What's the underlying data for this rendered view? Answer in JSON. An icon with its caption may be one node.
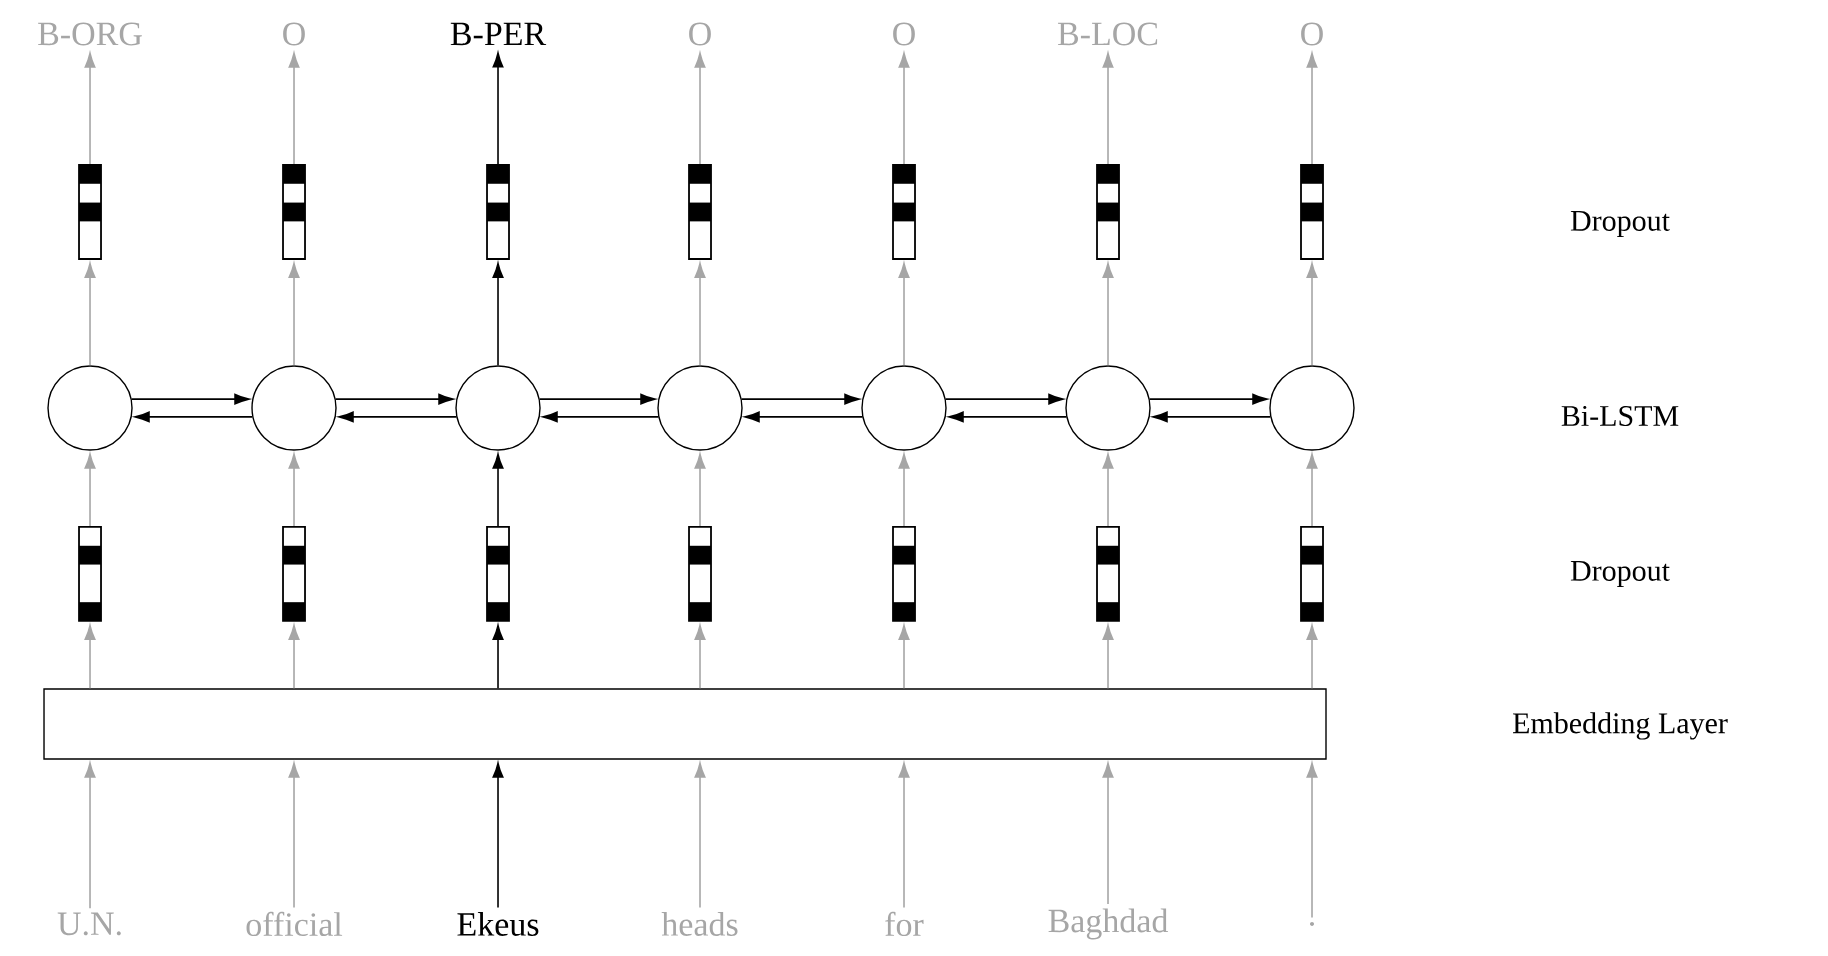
{
  "diagram": {
    "nodes": [
      {
        "text": [
          "B-ORG"
        ]
      },
      {
        "text": [
          "O"
        ]
      },
      {
        "text": [
          "B-PER"
        ]
      },
      {
        "text": [
          "O"
        ]
      },
      {
        "text": [
          "O"
        ]
      },
      {
        "text": [
          "B-LOC"
        ]
      },
      {
        "text": [
          "O"
        ]
      },
      {
        "text": [],
        "shape": "bar"
      },
      {
        "text": [],
        "shape": "bar"
      },
      {
        "text": [],
        "shape": "bar"
      },
      {
        "text": [],
        "shape": "bar"
      },
      {
        "text": [],
        "shape": "bar"
      },
      {
        "text": [],
        "shape": "bar"
      },
      {
        "text": [],
        "shape": "bar"
      },
      {
        "text": [],
        "shape": "circle"
      },
      {
        "text": [],
        "shape": "circle"
      },
      {
        "text": [],
        "shape": "circle"
      },
      {
        "text": [],
        "shape": "circle"
      },
      {
        "text": [],
        "shape": "circle"
      },
      {
        "text": [],
        "shape": "circle"
      },
      {
        "text": [],
        "shape": "circle"
      },
      {
        "text": [],
        "shape": "bar"
      },
      {
        "text": [],
        "shape": "bar"
      },
      {
        "text": [],
        "shape": "bar"
      },
      {
        "text": [],
        "shape": "bar"
      },
      {
        "text": [],
        "shape": "bar"
      },
      {
        "text": [],
        "shape": "bar"
      },
      {
        "text": [],
        "shape": "bar"
      },
      {
        "text": [],
        "shape": "box"
      },
      {
        "text": [
          "U.N."
        ]
      },
      {
        "text": [
          "official"
        ]
      },
      {
        "text": [
          "Ekeus"
        ]
      },
      {
        "text": [
          "heads"
        ]
      },
      {
        "text": [
          "for"
        ]
      },
      {
        "text": [
          "Baghdad"
        ]
      },
      {
        "text": [
          "."
        ]
      }
    ],
    "edges": [
      {
        "from": 29,
        "to": 28,
        "arrow": "to"
      },
      {
        "from": 30,
        "to": 28,
        "arrow": "to"
      },
      {
        "from": 31,
        "to": 28,
        "arrow": "to",
        "color": "#000000"
      },
      {
        "from": 32,
        "to": 28,
        "arrow": "to"
      },
      {
        "from": 33,
        "to": 28,
        "arrow": "to"
      },
      {
        "from": 34,
        "to": 28,
        "arrow": "to"
      },
      {
        "from": 35,
        "to": 28,
        "arrow": "to"
      },
      {
        "from": 28,
        "to": 21,
        "arrow": "to"
      },
      {
        "from": 28,
        "to": 22,
        "arrow": "to"
      },
      {
        "from": 28,
        "to": 23,
        "arrow": "to",
        "color": "#000000"
      },
      {
        "from": 28,
        "to": 24,
        "arrow": "to"
      },
      {
        "from": 28,
        "to": 25,
        "arrow": "to"
      },
      {
        "from": 28,
        "to": 26,
        "arrow": "to"
      },
      {
        "from": 28,
        "to": 27,
        "arrow": "to"
      },
      {
        "from": 21,
        "to": 14,
        "arrow": "to"
      },
      {
        "from": 22,
        "to": 15,
        "arrow": "to"
      },
      {
        "from": 23,
        "to": 16,
        "arrow": "to",
        "color": "#000000"
      },
      {
        "from": 24,
        "to": 17,
        "arrow": "to"
      },
      {
        "from": 25,
        "to": 18,
        "arrow": "to"
      },
      {
        "from": 26,
        "to": 19,
        "arrow": "to"
      },
      {
        "from": 27,
        "to": 20,
        "arrow": "to"
      },
      {
        "from": 14,
        "to": 15,
        "arrow": "to",
        "color": "#000000"
      },
      {
        "from": 15,
        "to": 16,
        "arrow": "to",
        "color": "#000000"
      },
      {
        "from": 16,
        "to": 17,
        "arrow": "to",
        "color": "#000000"
      },
      {
        "from": 17,
        "to": 18,
        "arrow": "to",
        "color": "#000000"
      },
      {
        "from": 18,
        "to": 19,
        "arrow": "to",
        "color": "#000000"
      },
      {
        "from": 19,
        "to": 20,
        "arrow": "to",
        "color": "#000000"
      },
      {
        "from": 15,
        "to": 14,
        "arrow": "to",
        "color": "#000000"
      },
      {
        "from": 16,
        "to": 15,
        "arrow": "to",
        "color": "#000000"
      },
      {
        "from": 17,
        "to": 16,
        "arrow": "to",
        "color": "#000000"
      },
      {
        "from": 18,
        "to": 17,
        "arrow": "to",
        "color": "#000000"
      },
      {
        "from": 19,
        "to": 18,
        "arrow": "to",
        "color": "#000000"
      },
      {
        "from": 20,
        "to": 19,
        "arrow": "to",
        "color": "#000000"
      },
      {
        "from": 14,
        "to": 7,
        "arrow": "to"
      },
      {
        "from": 15,
        "to": 8,
        "arrow": "to"
      },
      {
        "from": 16,
        "to": 9,
        "arrow": "to",
        "color": "#000000"
      },
      {
        "from": 17,
        "to": 10,
        "arrow": "to"
      },
      {
        "from": 18,
        "to": 11,
        "arrow": "to"
      },
      {
        "from": 19,
        "to": 12,
        "arrow": "to"
      },
      {
        "from": 20,
        "to": 13,
        "arrow": "to"
      },
      {
        "from": 7,
        "to": 0,
        "arrow": "to"
      },
      {
        "from": 8,
        "to": 1,
        "arrow": "to"
      },
      {
        "from": 9,
        "to": 2,
        "arrow": "to",
        "color": "#000000"
      },
      {
        "from": 10,
        "to": 3,
        "arrow": "to"
      },
      {
        "from": 11,
        "to": 4,
        "arrow": "to"
      },
      {
        "from": 12,
        "to": 5,
        "arrow": "to"
      },
      {
        "from": 13,
        "to": 6,
        "arrow": "to"
      }
    ],
    "labels": [
      "Dropout",
      "Bi-LSTM",
      "Dropout",
      "Embedding Layer"
    ]
  }
}
